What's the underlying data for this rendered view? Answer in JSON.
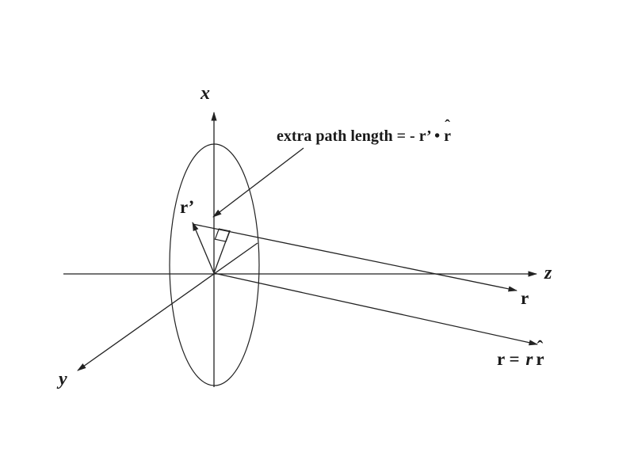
{
  "diagram": {
    "background_color": "#ffffff",
    "line_color": "#222222",
    "annotation": {
      "prefix": "extra path length = - r’ • ",
      "hat_base": "r",
      "hat_mark": "ˆ"
    },
    "labels": {
      "x_axis": "x",
      "y_axis": "y",
      "z_axis": "z",
      "r_prime": "r’",
      "r": "r"
    },
    "far_field_label": {
      "lhs": "r",
      "equals": " = ",
      "scalar": "r",
      "hat_base": "r",
      "hat_mark": "ˆ"
    }
  }
}
